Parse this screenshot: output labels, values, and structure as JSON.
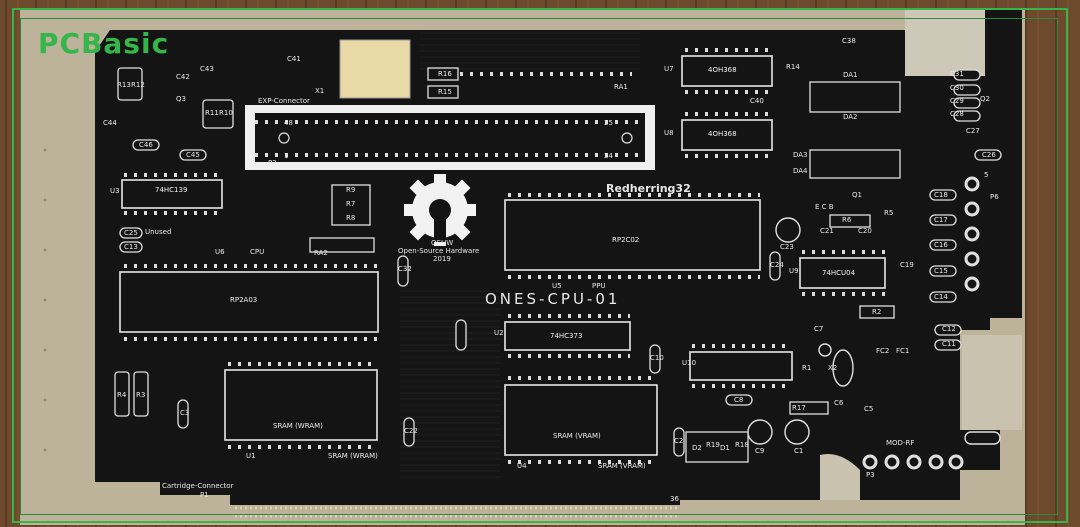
{
  "brand": {
    "logo_text": "PCBasic",
    "accent": "#35b54a"
  },
  "board": {
    "title": "Redherring32",
    "project": "ONES-CPU-01",
    "oshw": "OSHW",
    "oshw_line": "Open-Source Hardware",
    "year": "2019",
    "exp_connector": "EXP-Connector",
    "cartridge_connector": "Cartridge-Connector",
    "mod_rf": "MOD-RF",
    "unused": "Unused",
    "cpu_label": "CPU",
    "ppu_label": "PPU"
  },
  "chips": {
    "u3": "74HC139",
    "u6": "RP2A03",
    "u5": "RP2C02",
    "u2": "74HC373",
    "u4": "SRAM (VRAM)",
    "u1": "SRAM (WRAM)",
    "u7": "4OH368",
    "u8": "4OH368",
    "u9": "74HCU04"
  },
  "refs": {
    "r16": "R16",
    "r15": "R15",
    "ra1": "RA1",
    "ra2": "RA2",
    "r9": "R9",
    "r7": "R7",
    "r8": "R8",
    "r13": "R13",
    "r12": "R12",
    "r11": "R11",
    "r10": "R10",
    "r4": "R4",
    "r3": "R3",
    "r6": "R6",
    "r5": "R5",
    "r2": "R2",
    "r1": "R1",
    "r17": "R17",
    "r19": "R19",
    "r18": "R18",
    "r14": "R14",
    "d1": "D1",
    "d2": "D2",
    "c46": "C46",
    "c45": "C45",
    "c44": "C44",
    "c43": "C43",
    "c42": "C42",
    "c41": "C41",
    "c40": "C40",
    "c38": "C38",
    "c25": "C25",
    "c13": "C13",
    "c32": "C32",
    "c22": "C22",
    "c3": "C3",
    "c18": "C18",
    "c17": "C17",
    "c16": "C16",
    "c15": "C15",
    "c14": "C14",
    "c12": "C12",
    "c11": "C11",
    "c10": "C10",
    "c8": "C8",
    "c9": "C9",
    "c1": "C1",
    "c2": "C2",
    "c31": "C31",
    "c30": "C30",
    "c29": "C29",
    "c28": "C28",
    "c27": "C27",
    "c26": "C26",
    "c24": "C24",
    "c23": "C23",
    "c21": "C21",
    "c20": "C20",
    "c19": "C19",
    "c7": "C7",
    "c5": "C5",
    "c6": "C6",
    "fc1": "FC1",
    "fc2": "FC2",
    "da1": "DA1",
    "da2": "DA2",
    "da3": "DA3",
    "da4": "DA4",
    "q1": "Q1",
    "q2": "Q2",
    "q3": "Q3",
    "x1": "X1",
    "x2": "X2",
    "p1": "P1",
    "p2": "P2",
    "p3": "P3",
    "p6": "P6",
    "u1": "U1",
    "u2": "U2",
    "u3": "U3",
    "u4": "U4",
    "u5": "U5",
    "u6": "U6",
    "u7": "U7",
    "u8": "U8",
    "u9": "U9",
    "u10": "U10",
    "n48": "48",
    "n25": "25",
    "n1": "1",
    "n24": "24",
    "n36": "36",
    "n5": "5",
    "ecb": "E C B"
  }
}
